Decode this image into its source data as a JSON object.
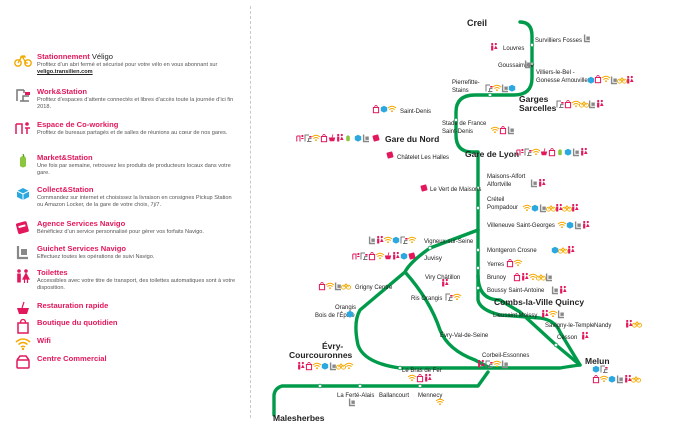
{
  "colors": {
    "line": "#009b4a",
    "accent": "#e2185b",
    "wifi": "#f6a800",
    "velo": "#f2a900",
    "blue": "#2ba8e0",
    "green": "#8cc63f",
    "grey": "#888888",
    "text": "#222222"
  },
  "legend": [
    {
      "icon": "bike-icon",
      "title": "Stationnement",
      "title_suffix": " Véligo",
      "desc": "Profitez d’un abri fermé et sécurisé pour votre vélo en vous abonnant sur ",
      "link": "veligo.transilien.com"
    },
    {
      "icon": "work-station-icon",
      "title": "Work&Station",
      "desc": "Profitez d’espaces d’attente connectés et libres d’accès toute la journée d’ici fin 2018."
    },
    {
      "icon": "coworking-icon",
      "title": "Espace de Co-working",
      "desc": "Profitez de bureaux partagés et de salles de réunions au cœur de nos gares."
    },
    {
      "icon": "market-icon",
      "title": "Market&Station",
      "desc": "Une fois par semaine, retrouvez les produits de producteurs locaux dans votre gare."
    },
    {
      "icon": "collect-icon",
      "title": "Collect&Station",
      "desc": "Commandez sur internet et choisissez la livraison en consignes Pickup Station ou Amazon Locker, de la gare de votre choix, 7j/7."
    },
    {
      "icon": "navigo-agency-icon",
      "title": "Agence Services Navigo",
      "desc": "Bénéficiez d’un service personnalisé pour gérer vos forfaits Navigo."
    },
    {
      "icon": "navigo-counter-icon",
      "title": "Guichet Services Navigo",
      "desc": "Effectuez toutes les opérations de suivi Navigo."
    },
    {
      "icon": "toilets-icon",
      "title": "Toilettes",
      "desc": "Accessibles avec votre titre de transport, des toilettes automatiques sont à votre disposition."
    },
    {
      "icon": "restaurant-icon",
      "title": "Restauration rapide",
      "desc": ""
    },
    {
      "icon": "shop-icon",
      "title": "Boutique du quotidien",
      "desc": ""
    },
    {
      "icon": "wifi-icon",
      "title": "Wifi",
      "desc": ""
    },
    {
      "icon": "mall-icon",
      "title": "Centre Commercial",
      "desc": ""
    }
  ],
  "stations": {
    "creil": "Creil",
    "survilliers": "Survilliers Fosses",
    "louvres": "Louvres",
    "goussainville": "Goussainville",
    "villiers": "Villiers-le-Bel -",
    "villiers2": "Gonesse Arnouville",
    "pierrefitte": "Pierrefitte-",
    "pierrefitte2": "Stains",
    "garges": "Garges",
    "garges2": "Sarcelles",
    "saint_denis": "Saint-Denis",
    "stade": "Stade de France",
    "stade2": "Saint-Denis",
    "gare_du_nord": "Gare du Nord",
    "chatelet": "Châtelet Les Halles",
    "gare_de_lyon": "Gare de Lyon",
    "maisons_alfort": "Maisons-Alfort",
    "maisons_alfort2": "Alfortville",
    "vert_de_maisons": "Le Vert de Maisons",
    "creteil": "Créteil",
    "creteil2": "Pompadour",
    "villeneuve_sg": "Villeneuve Saint-Georges",
    "vigneux": "Vigneux-sur-Seine",
    "juvisy": "Juvisy",
    "montgeron": "Montgeron Crosne",
    "yerres": "Yerres",
    "viry": "Viry Châtillon",
    "brunoy": "Brunoy",
    "grigny": "Grigny Centre",
    "ris": "Ris Orangis",
    "boussy": "Boussy Saint-Antoine",
    "combs": "Combs-la-Ville Quincy",
    "orangis": "Orangis",
    "bois_epine": "Bois de l’Épine",
    "lieusaint": "Lieusaint Moissy",
    "savigny": "Savigny-le-Temple",
    "nandy": "Nandy",
    "cesson": "Cesson",
    "evry_val": "Évry-Val-de-Seine",
    "evry": "Évry-",
    "evry2": "Courcouronnes",
    "corbeil": "Corbeil-Essonnes",
    "melun": "Melun",
    "bras_de_fer": "Le Bras de Fer",
    "ferte": "La Ferté-Alais",
    "ballancourt": "Ballancourt",
    "mennecy": "Mennecy",
    "malesherbes": "Malesherbes"
  }
}
